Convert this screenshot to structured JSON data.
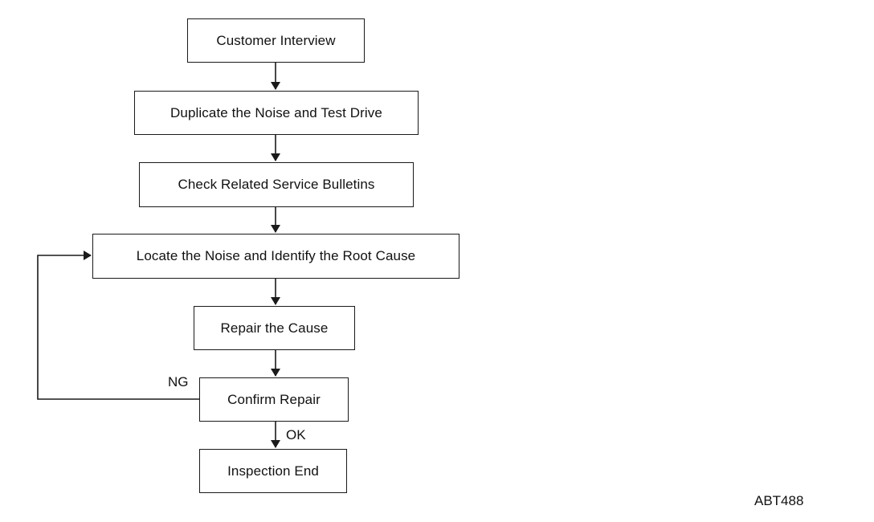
{
  "flowchart": {
    "steps": {
      "customer_interview": "Customer Interview",
      "duplicate_noise": "Duplicate the Noise and Test Drive",
      "check_bulletins": "Check Related Service Bulletins",
      "locate_noise": "Locate the Noise and Identify the Root Cause",
      "repair_cause": "Repair the Cause",
      "confirm_repair": "Confirm Repair",
      "inspection_end": "Inspection End"
    },
    "branch_labels": {
      "ng": "NG",
      "ok": "OK"
    }
  },
  "figure_code": "ABT488"
}
